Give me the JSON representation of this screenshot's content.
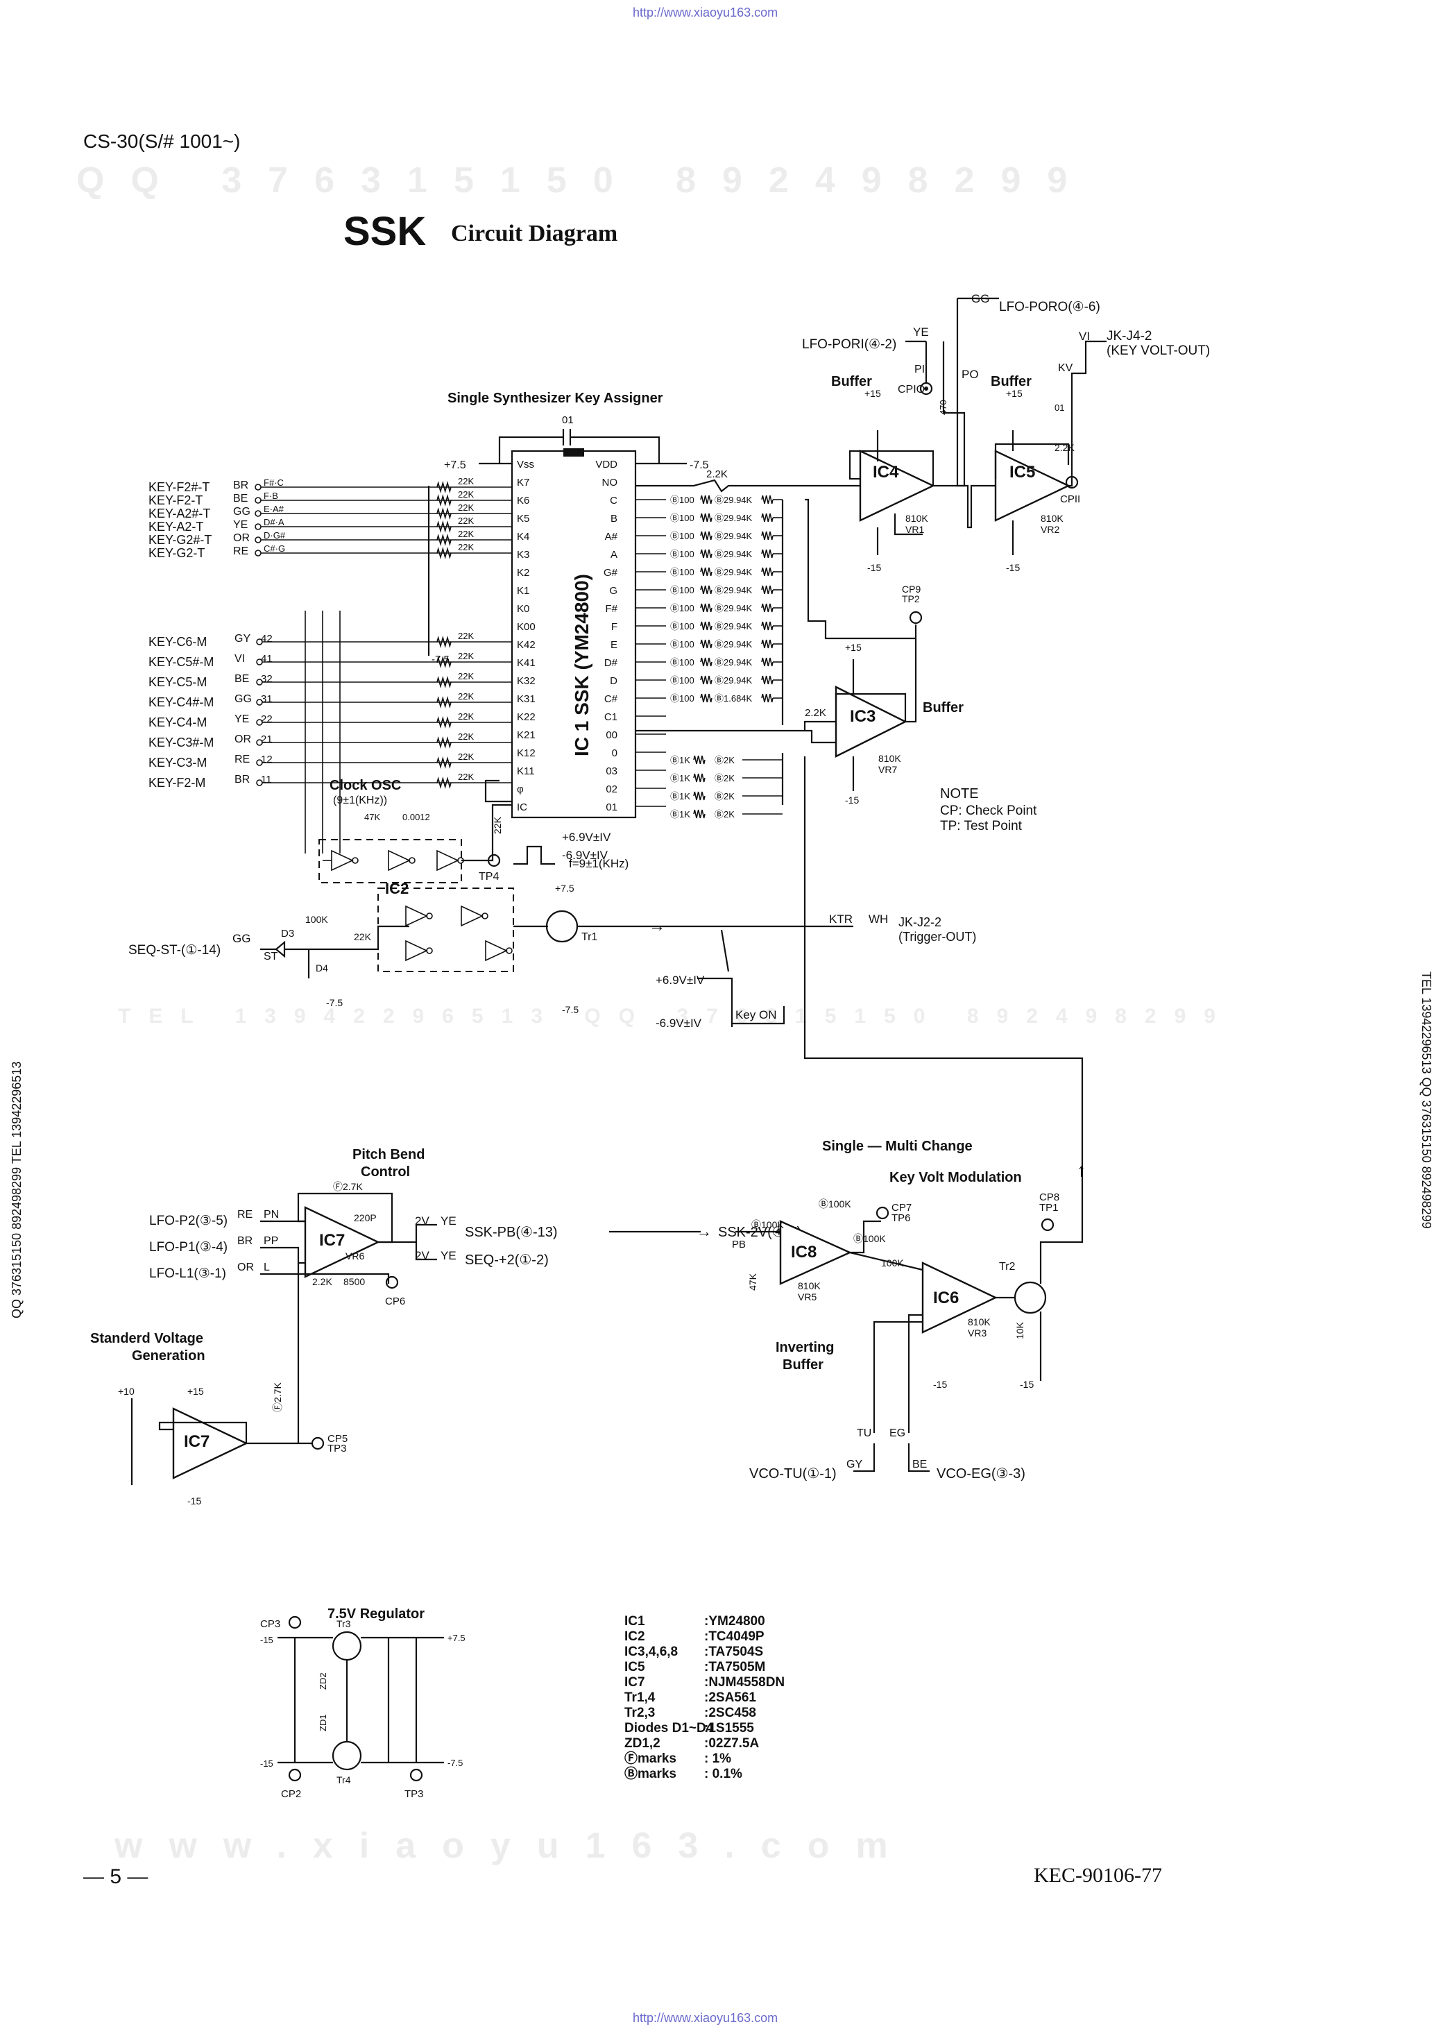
{
  "header": {
    "top_url": "http://www.xiaoyu163.com",
    "bottom_url": "http://www.xiaoyu163.com",
    "model": "CS-30(S/# 1001~)",
    "title_main": "SSK",
    "title_sub": "Circuit Diagram",
    "watermark_qq": "QQ 376315150  892498299",
    "watermark_tel": "TEL 13942296513  QQ 376315150  892498299",
    "watermark_web": "www.xiaoyu163.com"
  },
  "footer": {
    "page_number": "— 5 —",
    "doc_number": "KEC-90106-77"
  },
  "labels": {
    "ssk_name": "Single Synthesizer Key Assigner",
    "ic1": "IC 1  SSK  (YM24800)",
    "clock_osc": "Clock OSC",
    "clock_freq": "(9±1(KHz))",
    "ic2": "IC2",
    "buffer": "Buffer",
    "ic3": "IC3",
    "ic4": "IC4",
    "ic5": "IC5",
    "ic6": "IC6",
    "ic7": "IC7",
    "ic8": "IC8",
    "lfo_pori": "LFO-PORI(④-2)",
    "lfo_poro": "LFO-PORO(④-6)",
    "jk_j4": "JK-J4-2",
    "key_volt_out": "(KEY VOLT-OUT)",
    "jk_j2": "JK-J2-2",
    "trigger_out": "(Trigger-OUT)",
    "note_title": "NOTE",
    "note_cp": "CP: Check Point",
    "note_tp": "TP: Test Point",
    "key_on": "Key ON",
    "plus69": "+6.9V±IV",
    "minus69": "-6.9V±IV",
    "freq": "f=9±1(KHz)",
    "pitch_bend": "Pitch Bend",
    "control": "Control",
    "single_multi": "Single — Multi Change",
    "key_volt_mod": "Key Volt Modulation",
    "inverting": "Inverting",
    "inverting_buffer": "Buffer",
    "std_voltage": "Standerd Voltage",
    "generation": "Generation",
    "ssk_pb": "SSK-PB(④-13)",
    "seq_2": "SEQ-+2(①-2)",
    "ssk_2v": "SSK-2V(④-7)",
    "vco_tu": "VCO-TU(①-1)",
    "vco_eg": "VCO-EG(③-3)",
    "lfo_p2": "LFO-P2(③-5)",
    "lfo_p1": "LFO-P1(③-4)",
    "lfo_l1": "LFO-L1(③-1)",
    "seq_st": "SEQ-ST-(①-14)",
    "regulator": "7.5V Regulator",
    "ktr": "KTR",
    "wh": "WH"
  },
  "key_inputs_top": [
    {
      "name": "KEY-F2#-T",
      "color": "BR",
      "note": "F#·C"
    },
    {
      "name": "KEY-F2-T",
      "color": "BE",
      "note": "F·B"
    },
    {
      "name": "KEY-A2#-T",
      "color": "GG",
      "note": "E·A#"
    },
    {
      "name": "KEY-A2-T",
      "color": "YE",
      "note": "D#·A"
    },
    {
      "name": "KEY-G2#-T",
      "color": "OR",
      "note": "D·G#"
    },
    {
      "name": "KEY-G2-T",
      "color": "RE",
      "note": "C#·G"
    }
  ],
  "key_inputs_bottom": [
    {
      "name": "KEY-C6-M",
      "color": "GY",
      "pin": "42"
    },
    {
      "name": "KEY-C5#-M",
      "color": "VI",
      "pin": "41"
    },
    {
      "name": "KEY-C5-M",
      "color": "BE",
      "pin": "32"
    },
    {
      "name": "KEY-C4#-M",
      "color": "GG",
      "pin": "31"
    },
    {
      "name": "KEY-C4-M",
      "color": "YE",
      "pin": "22"
    },
    {
      "name": "KEY-C3#-M",
      "color": "OR",
      "pin": "21"
    },
    {
      "name": "KEY-C3-M",
      "color": "RE",
      "pin": "12"
    },
    {
      "name": "KEY-F2-M",
      "color": "BR",
      "pin": "11"
    }
  ],
  "ic1_left_pins": [
    "Vss",
    "K7",
    "K6",
    "K5",
    "K4",
    "K3",
    "K2",
    "K1",
    "K0",
    "K00",
    "K42",
    "K41",
    "K32",
    "K31",
    "K22",
    "K21",
    "K12",
    "K11",
    "φ",
    "IC"
  ],
  "ic1_right_pins": [
    "VDD",
    "NO",
    "C",
    "B",
    "A#",
    "A",
    "G#",
    "G",
    "F#",
    "F",
    "E",
    "D#",
    "D",
    "C#",
    "C1",
    "00",
    "0",
    "03",
    "02",
    "01"
  ],
  "dac_resistors": [
    "29.94K",
    "29.94K",
    "29.94K",
    "29.94K",
    "29.94K",
    "29.94K",
    "29.94K",
    "29.94K",
    "29.94K",
    "29.94K",
    "29.94K",
    "1.684K"
  ],
  "parts": [
    {
      "ref": "IC1",
      "part": ":YM24800"
    },
    {
      "ref": "IC2",
      "part": ":TC4049P"
    },
    {
      "ref": "IC3,4,6,8",
      "part": ":TA7504S"
    },
    {
      "ref": "IC5",
      "part": ":TA7505M"
    },
    {
      "ref": "IC7",
      "part": ":NJM4558DN"
    },
    {
      "ref": "Tr1,4",
      "part": ":2SA561"
    },
    {
      "ref": "Tr2,3",
      "part": ":2SC458"
    },
    {
      "ref": "Diodes D1~D4",
      "part": ":1S1555"
    },
    {
      "ref": "ZD1,2",
      "part": ":02Z7.5A"
    },
    {
      "ref": "Ⓕmarks",
      "part": ": 1%"
    },
    {
      "ref": "Ⓑmarks",
      "part": ": 0.1%"
    }
  ]
}
